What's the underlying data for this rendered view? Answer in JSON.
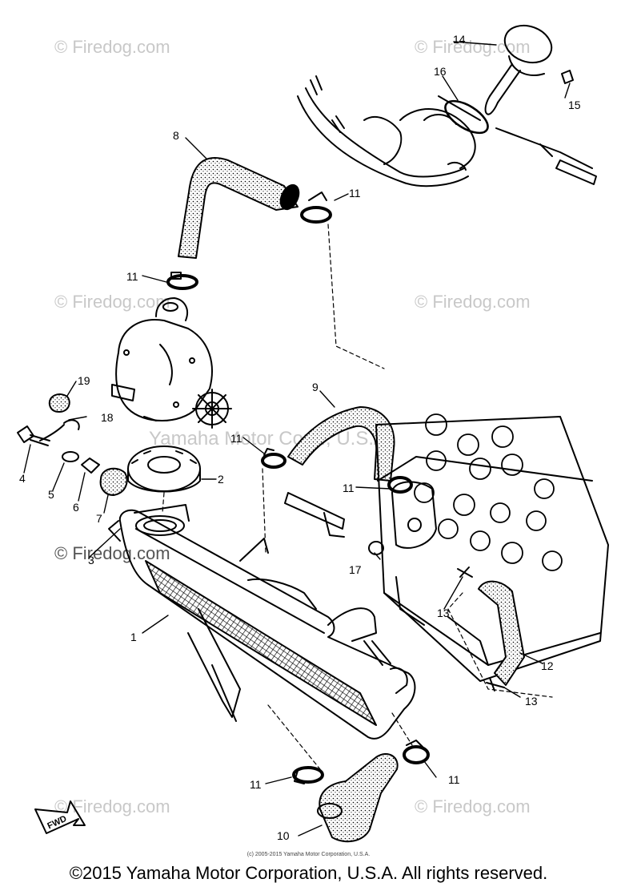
{
  "watermarks": {
    "tl": "© Firedog.com",
    "tr": "© Firedog.com",
    "ml": "© Firedog.com",
    "mr": "© Firedog.com",
    "left_mid": "© Firedog.com",
    "bl": "© Firedog.com",
    "br": "© Firedog.com",
    "center": "Yamaha Motor Corp., U.S.A."
  },
  "callouts": {
    "c1": "1",
    "c2": "2",
    "c3": "3",
    "c4": "4",
    "c5": "5",
    "c6": "6",
    "c7": "7",
    "c8": "8",
    "c9": "9",
    "c10": "10",
    "c11a": "11",
    "c11b": "11",
    "c11c": "11",
    "c11d": "11",
    "c11e": "11",
    "c11f": "11",
    "c12": "12",
    "c13a": "13",
    "c13b": "13",
    "c14": "14",
    "c15": "15",
    "c16": "16",
    "c17": "17",
    "c18": "18",
    "c19": "19"
  },
  "fwd_label": "FWD",
  "small_copyright": "(c) 2005-2015 Yamaha Motor Corporation, U.S.A.",
  "footer": "©2015 Yamaha Motor Corporation, U.S.A. All rights reserved."
}
